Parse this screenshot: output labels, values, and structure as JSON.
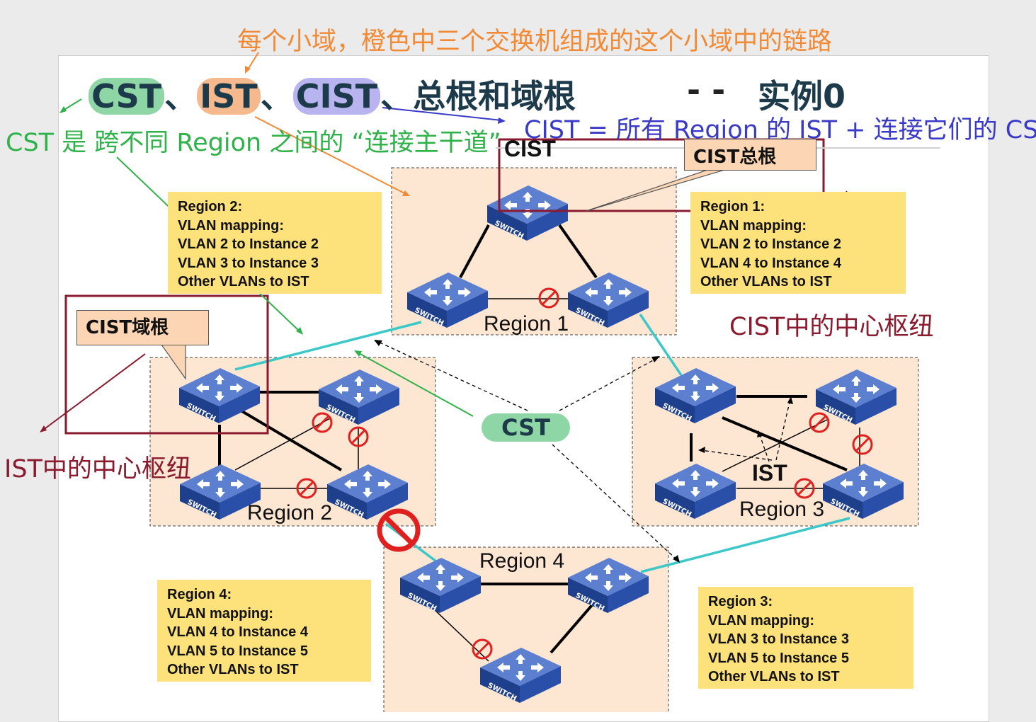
{
  "annotations": {
    "top_orange": "每个小域，橙色中三个交换机组成的这个小域中的链路",
    "cst_desc": "CST 是 跨不同 Region 之间的 “连接主干道”",
    "cist_desc": "CIST = 所有 Region 的 IST + 连接它们的 CST",
    "cist_hub": "CIST中的中心枢纽",
    "ist_hub": "IST中的中心枢纽"
  },
  "title": {
    "cst": "CST",
    "sep1": "、",
    "ist": "IST",
    "sep2": "、",
    "cist": "CIST",
    "sep3": "、",
    "rest": "总根和域根",
    "dashes": "- -",
    "example": "实例0"
  },
  "callouts": {
    "cist_label": "CIST",
    "cist_root": "CIST总根",
    "cist_regional_root": "CIST域根",
    "cst_pill": "CST",
    "ist_label": "IST"
  },
  "regions": {
    "r1_label": "Region 1",
    "r2_label": "Region 2",
    "r3_label": "Region 3",
    "r4_label": "Region 4"
  },
  "info_boxes": {
    "region2": [
      "Region 2:",
      "VLAN mapping:",
      "VLAN 2 to Instance 2",
      "VLAN 3 to Instance 3",
      "Other VLANs to IST"
    ],
    "region1": [
      "Region 1:",
      "VLAN mapping:",
      "VLAN 2 to Instance 2",
      "VLAN 4 to Instance 4",
      "Other VLANs to IST"
    ],
    "region4": [
      "Region 4:",
      "VLAN mapping:",
      "VLAN 4 to Instance 4",
      "VLAN 5 to Instance 5",
      "Other VLANs to IST"
    ],
    "region3": [
      "Region 3:",
      "VLAN mapping:",
      "VLAN 3 to Instance 3",
      "VLAN 5 to Instance 5",
      "Other VLANs to IST"
    ]
  },
  "switch_label": "SWITCH",
  "colors": {
    "orange_note": "#f28a35",
    "green_note": "#2fb24a",
    "blue_note": "#3a3ac8",
    "dark_red": "#8a1a2e",
    "region_fill": "#fde6d2",
    "info_fill": "#fde17a",
    "cst_link": "#3cc8c8",
    "switch_blue": "#2a4fa8",
    "block_red": "#e0201e"
  }
}
